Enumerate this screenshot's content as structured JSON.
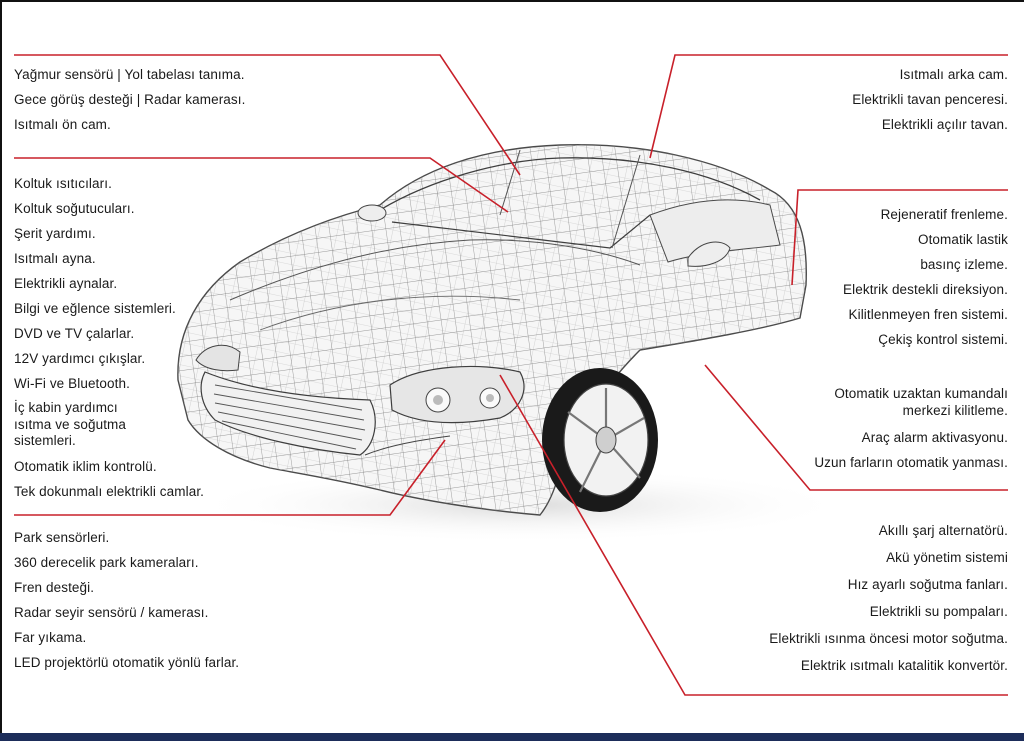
{
  "colors": {
    "accent": "#c8202a",
    "bar": "#1d2d5a",
    "wire": "#6b6b6b"
  },
  "illustration": {
    "icon": "car-wireframe-icon"
  },
  "groups": {
    "top_left": [
      "Yağmur sensörü | Yol tabelası tanıma.",
      "Gece görüş desteği | Radar kamerası.",
      "Isıtmalı ön cam."
    ],
    "middle_left": [
      "Koltuk ısıtıcıları.",
      "Koltuk soğutucuları.",
      "Şerit yardımı.",
      "Isıtmalı ayna.",
      "Elektrikli aynalar.",
      "Bilgi ve eğlence sistemleri.",
      "DVD ve TV çalarlar.",
      "12V yardımcı çıkışlar.",
      "Wi-Fi ve Bluetooth.",
      "İç kabin yardımcı",
      "ısıtma ve soğutma",
      "sistemleri.",
      "Otomatik iklim kontrolü.",
      "Tek dokunmalı elektrikli camlar."
    ],
    "bottom_left": [
      "Park sensörleri.",
      "360 derecelik park kameraları.",
      "Fren desteği.",
      "Radar seyir sensörü / kamerası.",
      "Far yıkama.",
      "LED projektörlü otomatik yönlü farlar."
    ],
    "top_right": [
      "Isıtmalı arka cam.",
      "Elektrikli tavan penceresi.",
      "Elektrikli açılır tavan."
    ],
    "middle_right": [
      "Rejeneratif frenleme.",
      "Otomatik lastik",
      "basınç izleme.",
      "Elektrik destekli direksiyon.",
      "Kilitlenmeyen fren sistemi.",
      "Çekiş kontrol sistemi."
    ],
    "lower_right": [
      "Otomatik uzaktan kumandalı",
      "merkezi kilitleme.",
      "Araç alarm aktivasyonu.",
      "Uzun farların otomatik yanması."
    ],
    "bottom_right": [
      "Akıllı şarj alternatörü.",
      "Akü yönetim sistemi",
      "Hız ayarlı soğutma fanları.",
      "Elektrikli su pompaları.",
      "Elektrikli ısınma öncesi motor soğutma.",
      "Elektrik ısıtmalı katalitik konvertör."
    ]
  }
}
